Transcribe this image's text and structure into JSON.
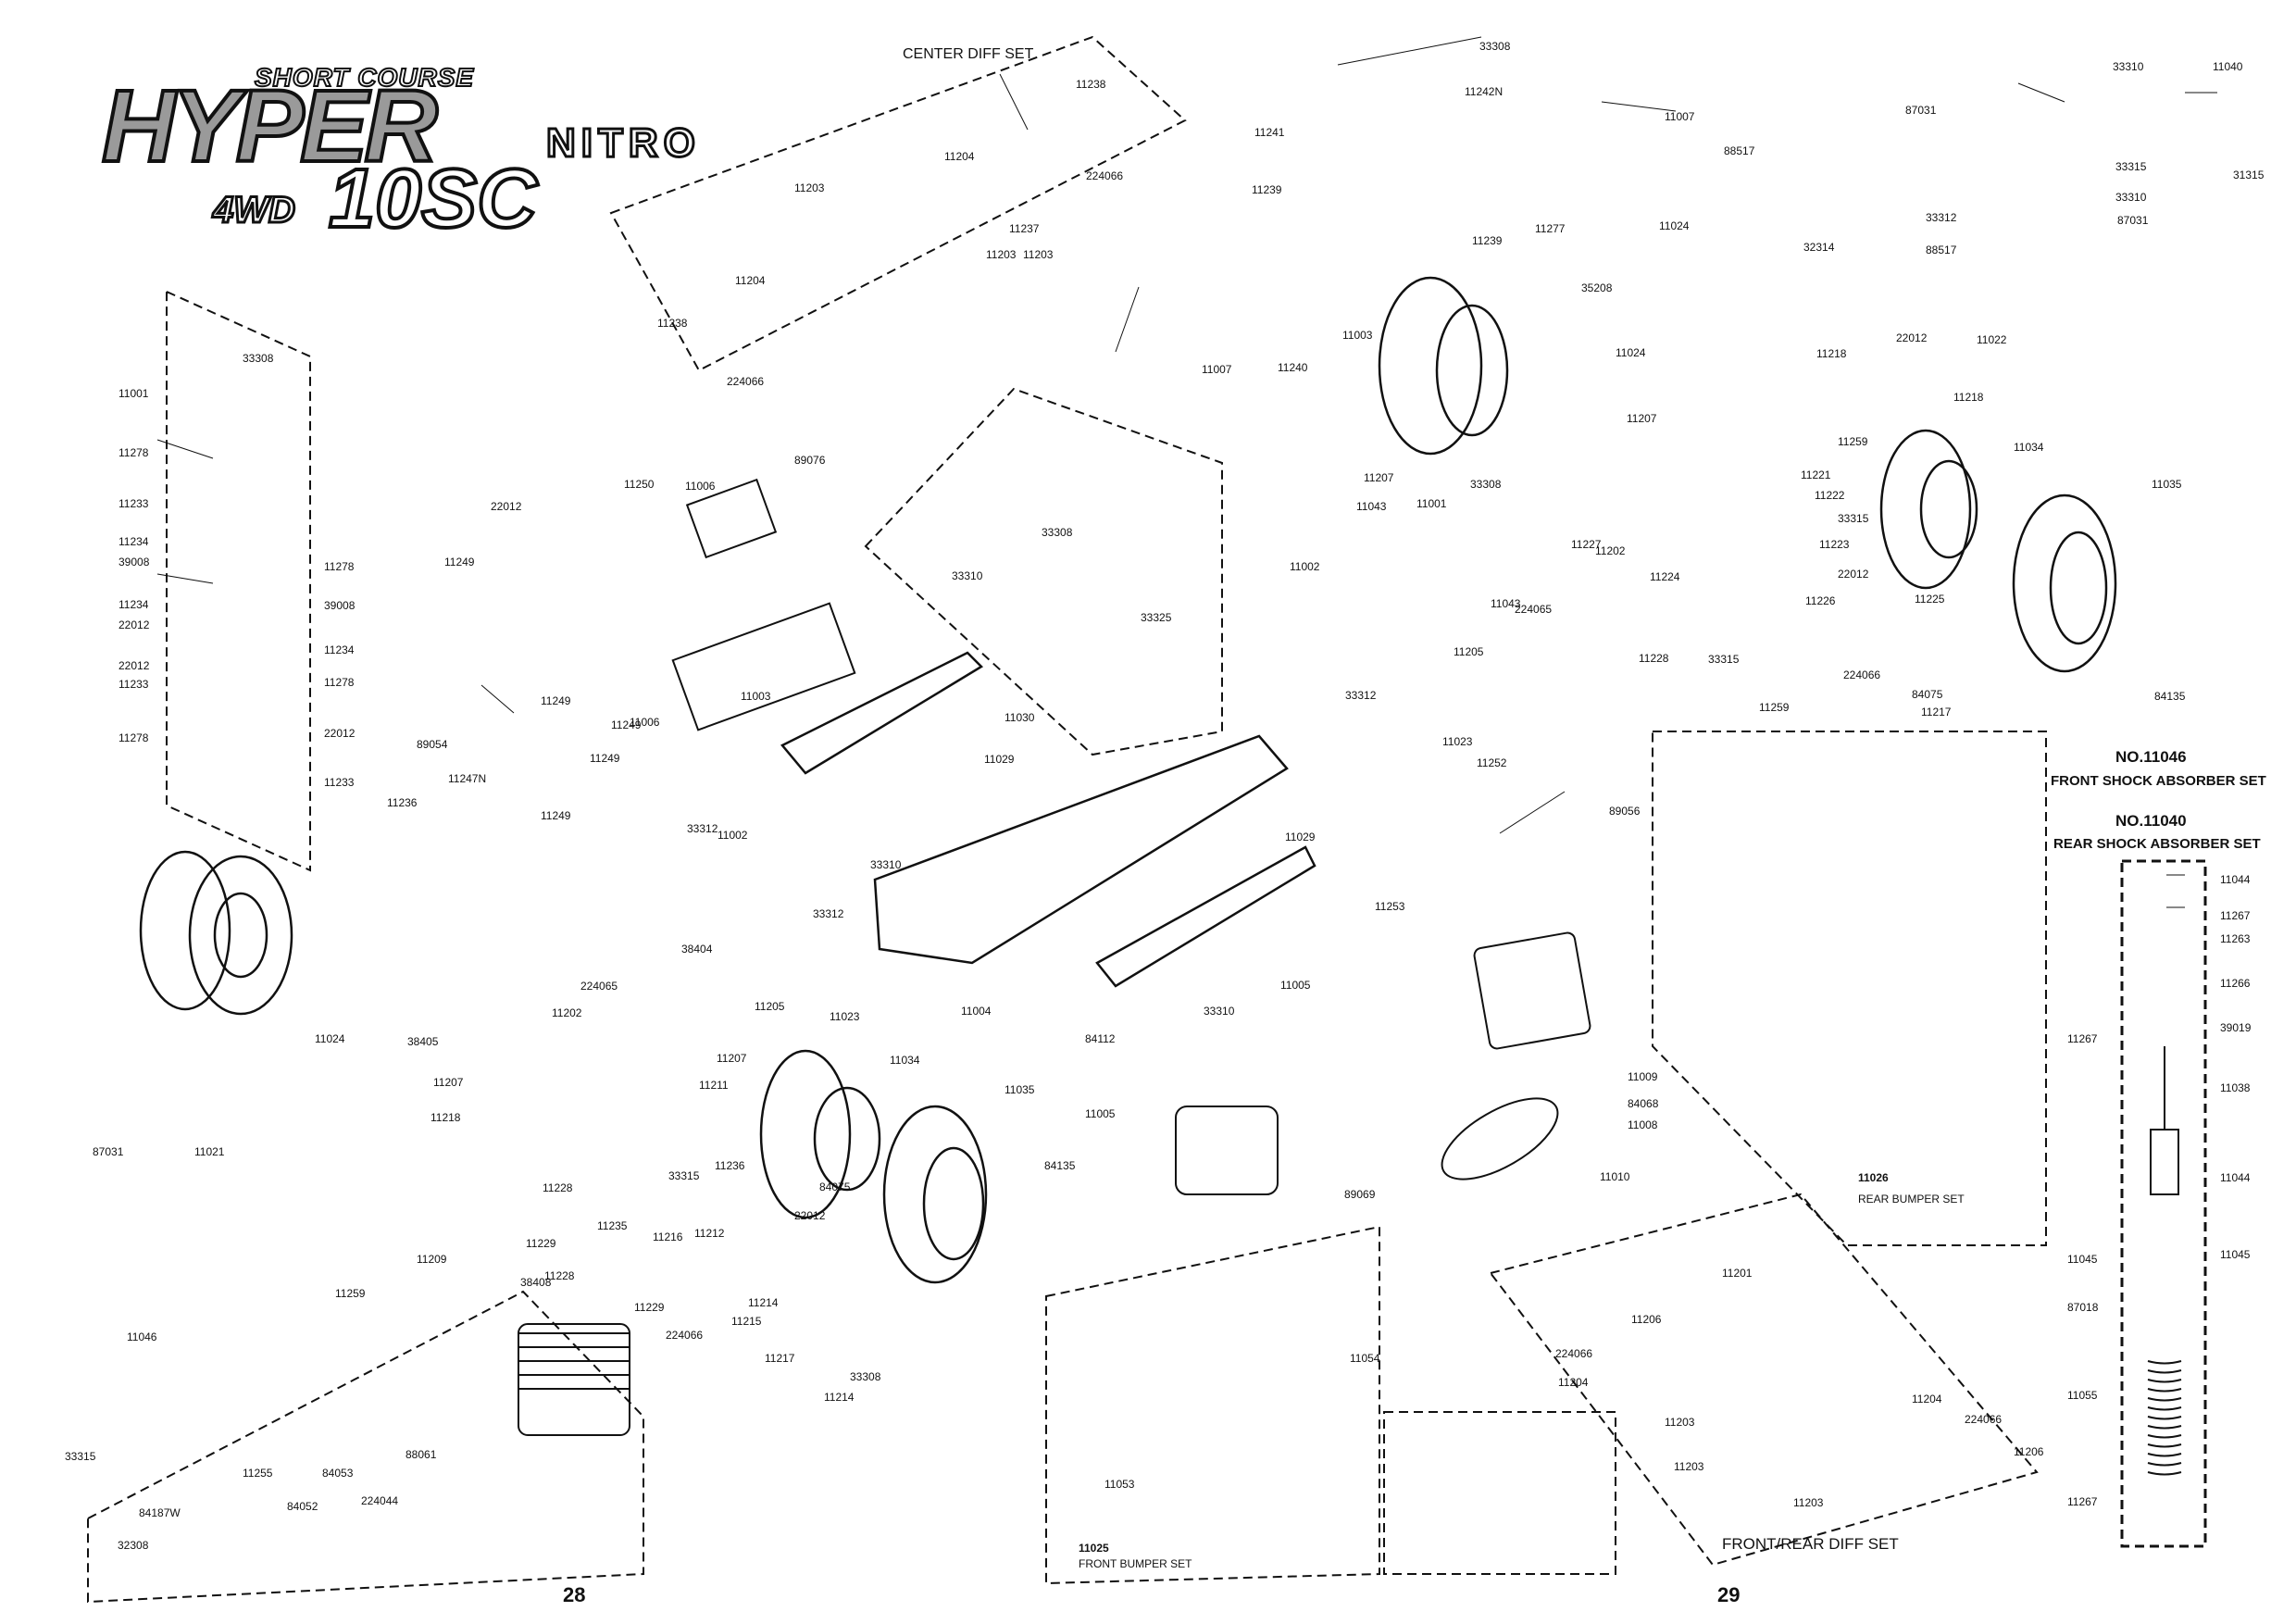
{
  "logo": {
    "line1": "SHORT COURSE",
    "line2": "HYPER",
    "line3": "NITRO",
    "line4": "4WD",
    "line5": "10SC"
  },
  "set_titles": {
    "center_diff": "CENTER DIFF SET",
    "front_shock_no": "NO.11046",
    "front_shock": "FRONT SHOCK ABSORBER  SET",
    "rear_shock_no": "NO.11040",
    "rear_shock": "REAR SHOCK ABSORBER  SET",
    "front_rear_diff": "FRONT/REAR DIFF SET",
    "rear_bumper_no": "11026",
    "rear_bumper": "REAR BUMPER SET",
    "front_bumper_no": "11025",
    "front_bumper": "FRONT BUMPER SET"
  },
  "page_numbers": [
    "28",
    "29"
  ],
  "part_labels": {
    "left": [
      "33308",
      "11001",
      "11278",
      "11233",
      "11234",
      "39008",
      "11278",
      "39008",
      "11234",
      "22012",
      "11234",
      "22012",
      "11233",
      "11278",
      "22012",
      "11278",
      "11233",
      "11236",
      "89054",
      "11247N",
      "11249",
      "11249",
      "22012",
      "11249",
      "11250",
      "11006",
      "11006",
      "11249",
      "89076",
      "33312",
      "33310",
      "11002",
      "33308",
      "33310",
      "33325",
      "11030",
      "11029",
      "11003",
      "11249",
      "38404",
      "11205",
      "33312",
      "11023",
      "224065",
      "11202",
      "11207",
      "11004",
      "38405",
      "11207",
      "11024",
      "11021",
      "87031",
      "11209",
      "11259",
      "11218",
      "11228",
      "11229",
      "11211",
      "38408",
      "11235",
      "11236",
      "33315",
      "11216",
      "11212",
      "11229",
      "11228",
      "22012",
      "84075",
      "11214",
      "11215",
      "11217",
      "11214",
      "33308",
      "224066",
      "11034",
      "11035",
      "84135",
      "11046",
      "33315",
      "11255",
      "84053",
      "88061",
      "84187W",
      "84052",
      "224044",
      "32308"
    ],
    "center_diff": [
      "11238",
      "11204",
      "224066",
      "11203",
      "11237",
      "11203",
      "11204",
      "11238",
      "224066",
      "11203"
    ],
    "right": [
      "33308",
      "11242N",
      "11007",
      "11241",
      "11239",
      "11277",
      "11239",
      "11240",
      "11003",
      "11007",
      "11024",
      "35208",
      "11024",
      "32314",
      "11218",
      "22012",
      "11022",
      "88517",
      "88517",
      "33312",
      "33310",
      "87031",
      "33315",
      "33310",
      "87031",
      "11040",
      "31315",
      "11207",
      "11218",
      "11259",
      "11221",
      "11222",
      "11034",
      "11035",
      "33308",
      "11001",
      "11043",
      "11207",
      "11202",
      "11227",
      "11223",
      "11002",
      "33315",
      "22012",
      "11043",
      "224065",
      "11224",
      "11226",
      "11225",
      "11205",
      "33312",
      "11228",
      "33315",
      "224066",
      "84075",
      "11217",
      "11259",
      "11023",
      "84135",
      "11252",
      "89056",
      "11253",
      "11029",
      "33310",
      "11005",
      "84112",
      "11005",
      "11009",
      "84068",
      "11008",
      "89069",
      "11010",
      "11054",
      "11053",
      "11201",
      "11206",
      "224066",
      "11204",
      "11203",
      "11203",
      "11204",
      "224066",
      "11206",
      "11203"
    ],
    "shock_column": [
      "11044",
      "11267",
      "11263",
      "11266",
      "11267",
      "39019",
      "11038",
      "11044",
      "11045",
      "11045",
      "87018",
      "11055",
      "11267"
    ]
  }
}
